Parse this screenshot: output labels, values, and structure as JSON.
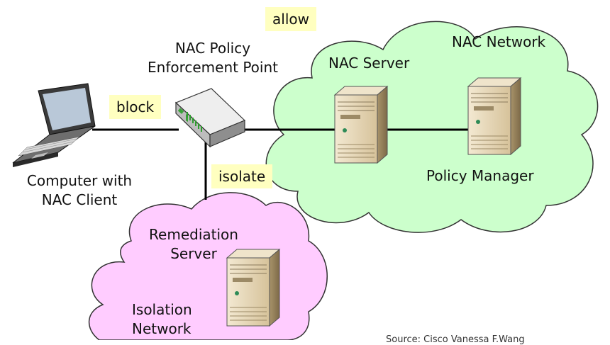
{
  "nodes": {
    "pep_title_line1": "NAC Policy",
    "pep_title_line2": "Enforcement Point",
    "nac_server": "NAC Server",
    "nac_network": "NAC Network",
    "policy_manager": "Policy Manager",
    "computer_line1": "Computer with",
    "computer_line2": "NAC Client",
    "remediation_line1": "Remediation",
    "remediation_line2": "Server",
    "isolation_line1": "Isolation",
    "isolation_line2": "Network"
  },
  "actions": {
    "allow": "allow",
    "block": "block",
    "isolate": "isolate"
  },
  "footer": {
    "source": "Source: Cisco Vanessa F.Wang"
  },
  "colors": {
    "nac_cloud": "#ccffcc",
    "isolation_cloud": "#ffccff",
    "action_tag": "#ffffc0",
    "server_body": "#e8d9b8"
  }
}
